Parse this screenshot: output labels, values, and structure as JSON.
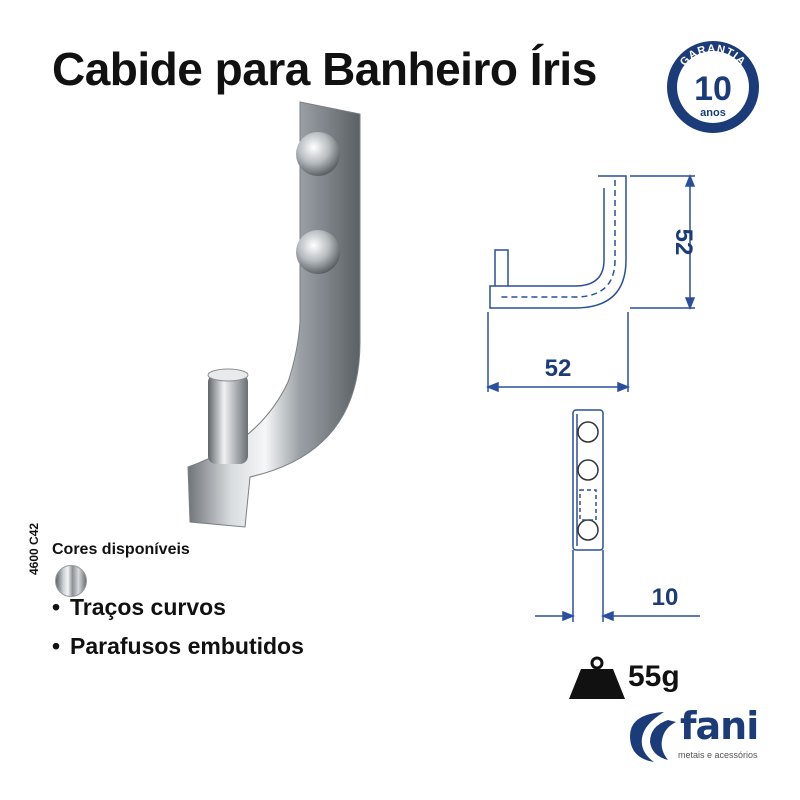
{
  "title": "Cabide para Banheiro Íris",
  "badge": {
    "top_text": "GARANTIA",
    "number": "10",
    "unit": "anos",
    "color": "#1b3c78"
  },
  "product_code": "4600 C42",
  "colors_label": "Cores disponíveis",
  "features": [
    "Traços curvos",
    "Parafusos embutidos"
  ],
  "bullet": "•",
  "dimensions": {
    "height": "52",
    "depth": "52",
    "width": "10",
    "line_color": "#2a4f9c"
  },
  "weight": "55g",
  "brand": {
    "name": "fani",
    "tagline": "metais e acessórios",
    "color": "#1b3c78"
  }
}
